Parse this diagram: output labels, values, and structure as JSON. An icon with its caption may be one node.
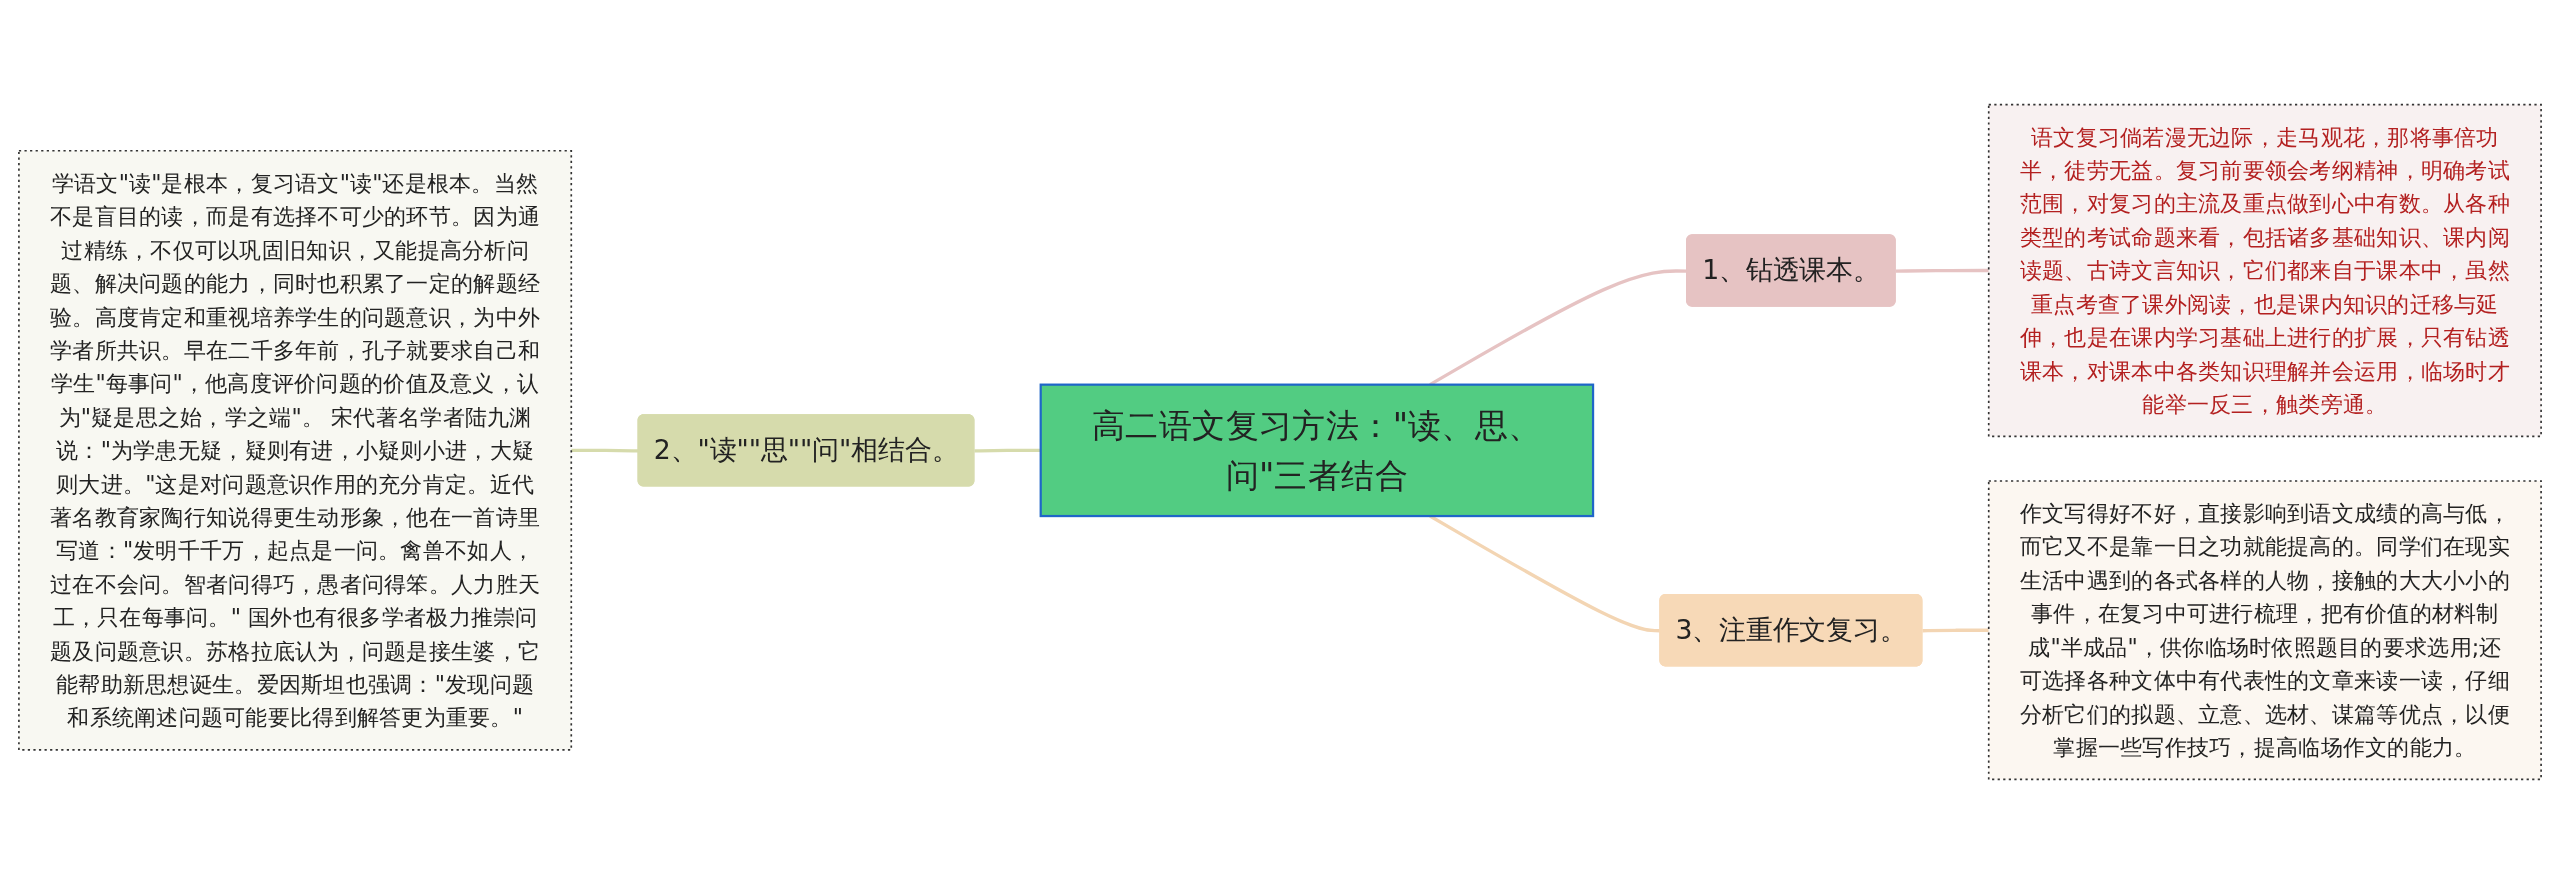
{
  "diagram": {
    "nodes": [
      {
        "text": [
          "高二语文复习方法：\"读、思、问\"三者结合"
        ]
      },
      {
        "text": [
          "1、钻透课本。"
        ]
      },
      {
        "text": [
          "语文复习倘若漫无边际，走马观花，那将事倍功半，徒劳无益。复习前要领会考纲精神，明确考试范围，对复习的主流及重点做到心中有数。从各种类型的考试命题来看，包括诸多基础知识、课内阅读题、古诗文言知识，它们都来自于课本中，虽然重点考查了课外阅读，也是课内知识的迁移与延伸，也是在课内学习基础上进行的扩展，只有钻透课本，对课本中各类知识理解并会运用，临场时才能举一反三，触类旁通。"
        ]
      },
      {
        "text": [
          "2、\"读\"\"思\"\"问\"相结合。"
        ]
      },
      {
        "text": [
          "学语文\"读\"是根本，复习语文\"读\"还是根本。当然不是盲目的读，而是有选择不可少的环节。因为通过精练，不仅可以巩固旧知识，又能提高分析问题、解决问题的能力，同时也积累了一定的解题经验。高度肯定和重视培养学生的问题意识，为中外学者所共识。早在二千多年前，孔子就要求自己和学生\"每事问\"，他高度评价问题的价值及意义，认为\"疑是思之始，学之端\"。 宋代著名学者陆九渊说：\"为学患无疑，疑则有进，小疑则小进，大疑则大进。\"这是对问题意识作用的充分肯定。近代著名教育家陶行知说得更生动形象，他在一首诗里写道：\"发明千千万，起点是一问。禽兽不如人，过在不会问。智者问得巧，愚者问得笨。人力胜天工，只在每事问。\" 国外也有很多学者极力推崇问题及问题意识。苏格拉底认为，问题是接生婆，它能帮助新思想诞生。爱因斯坦也强调：\"发现问题和系统阐述问题可能要比得到解答更为重要。\""
        ]
      },
      {
        "text": [
          "3、注重作文复习。"
        ]
      },
      {
        "text": [
          "作文写得好不好，直接影响到语文成绩的高与低，而它又不是靠一日之功就能提高的。同学们在现实生活中遇到的各式各样的人物，接触的大大小小的事件，在复习中可进行梳理，把有价值的材料制成\"半成品\"，供你临场时依照题目的要求选用;还可选择各种文体中有代表性的文章来读一读，仔细分析它们的拟题、立意、选材、谋篇等优点，以便掌握一些写作技巧，提高临场作文的能力。"
        ]
      }
    ],
    "edges": [
      {
        "from": 0,
        "to": 1,
        "arrow": "none",
        "color": "#e6c3c3"
      },
      {
        "from": 1,
        "to": 2,
        "arrow": "none",
        "color": "#e6c3c3"
      },
      {
        "from": 3,
        "to": 0,
        "arrow": "none",
        "color": "#d6dbac"
      },
      {
        "from": 4,
        "to": 3,
        "arrow": "none",
        "color": "#d6dbac"
      },
      {
        "from": 0,
        "to": 5,
        "arrow": "none",
        "color": "#f3d5b3"
      },
      {
        "from": 5,
        "to": 6,
        "arrow": "none",
        "color": "#f3d5b3"
      }
    ]
  }
}
